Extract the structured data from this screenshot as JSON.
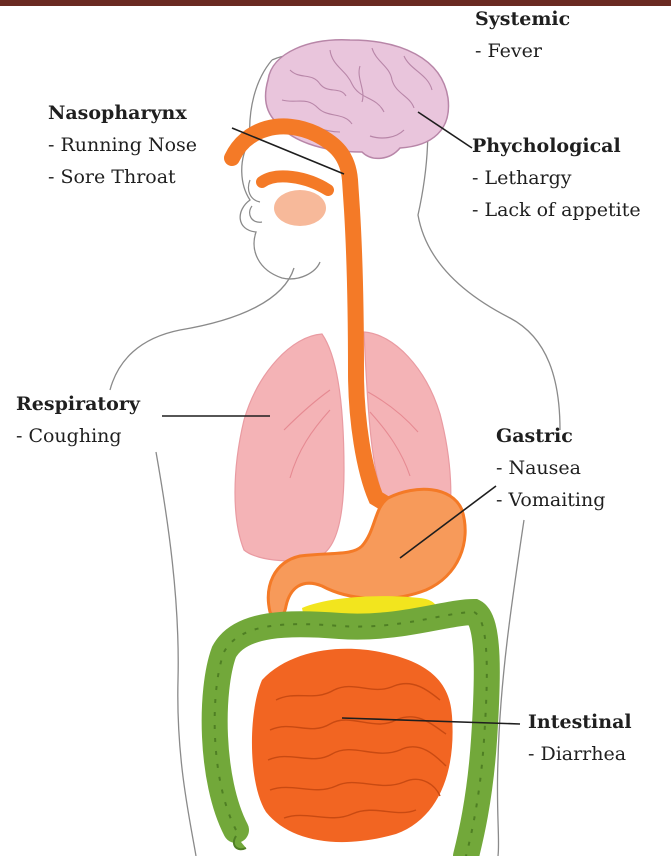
{
  "colors": {
    "header_bar": "#6a2a22",
    "digestive_tract": "#f47a27",
    "intestine": "#f26522",
    "colon": "#72a83a",
    "lungs": "#f4b3b6",
    "brain": "#e9c5dc",
    "pancreas": "#f2e51e",
    "leader_line": "#1e1e1e"
  },
  "labels": {
    "systemic": {
      "title": "Systemic",
      "items": [
        "- Fever"
      ]
    },
    "nasopharynx": {
      "title": "Nasopharynx",
      "items": [
        "- Running Nose",
        "- Sore Throat"
      ]
    },
    "psychological": {
      "title": "Phychological",
      "items": [
        "- Lethargy",
        "- Lack of appetite"
      ]
    },
    "respiratory": {
      "title": "Respiratory",
      "items": [
        "- Coughing"
      ]
    },
    "gastric": {
      "title": "Gastric",
      "items": [
        "- Nausea",
        "- Vomaiting"
      ]
    },
    "intestinal": {
      "title": "Intestinal",
      "items": [
        "- Diarrhea"
      ]
    }
  }
}
